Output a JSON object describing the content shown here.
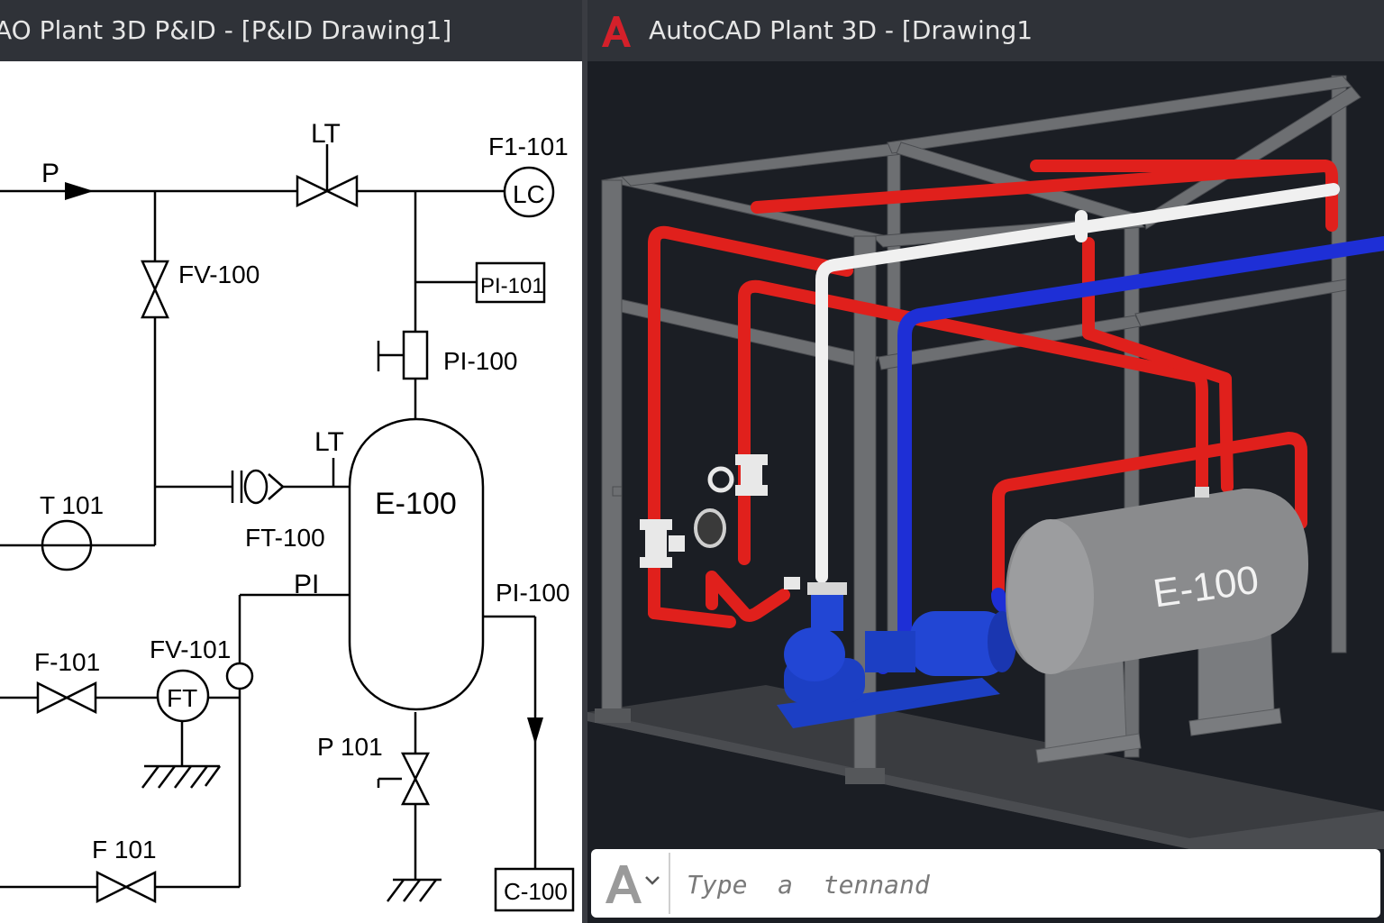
{
  "left_window": {
    "title": "AO Plant 3D P&ID - [P&ID Drawing1]",
    "labels": {
      "p": "P",
      "lt_top": "LT",
      "f1_101": "F1-101",
      "lc": "LC",
      "fv_100": "FV-100",
      "pi_101": "PI-101",
      "pi_100_upper": "PI-100",
      "lt_mid": "LT",
      "t_101": "T  101",
      "e_100": "E-100",
      "ft_100": "FT-100",
      "pi": "PI",
      "pi_100_right": "PI-100",
      "f_101_a": "F-101",
      "fv_101": "FV-101",
      "ft": "FT",
      "p_101": "P 101",
      "f_101_b": "F 101",
      "c_100": "C-100"
    }
  },
  "right_window": {
    "title": "AutoCAD Plant 3D - [Drawing1",
    "vessel_label": "E-100",
    "command": {
      "placeholder": "Type  a  tennand"
    },
    "colors": {
      "red_pipe": "#e0201c",
      "white_pipe": "#f0f0f0",
      "blue_pipe": "#1e2fd6",
      "steel": "#6d6f72",
      "pump": "#1c3fc4",
      "vessel": "#8a8b8d",
      "brand": "#d4202a"
    }
  }
}
